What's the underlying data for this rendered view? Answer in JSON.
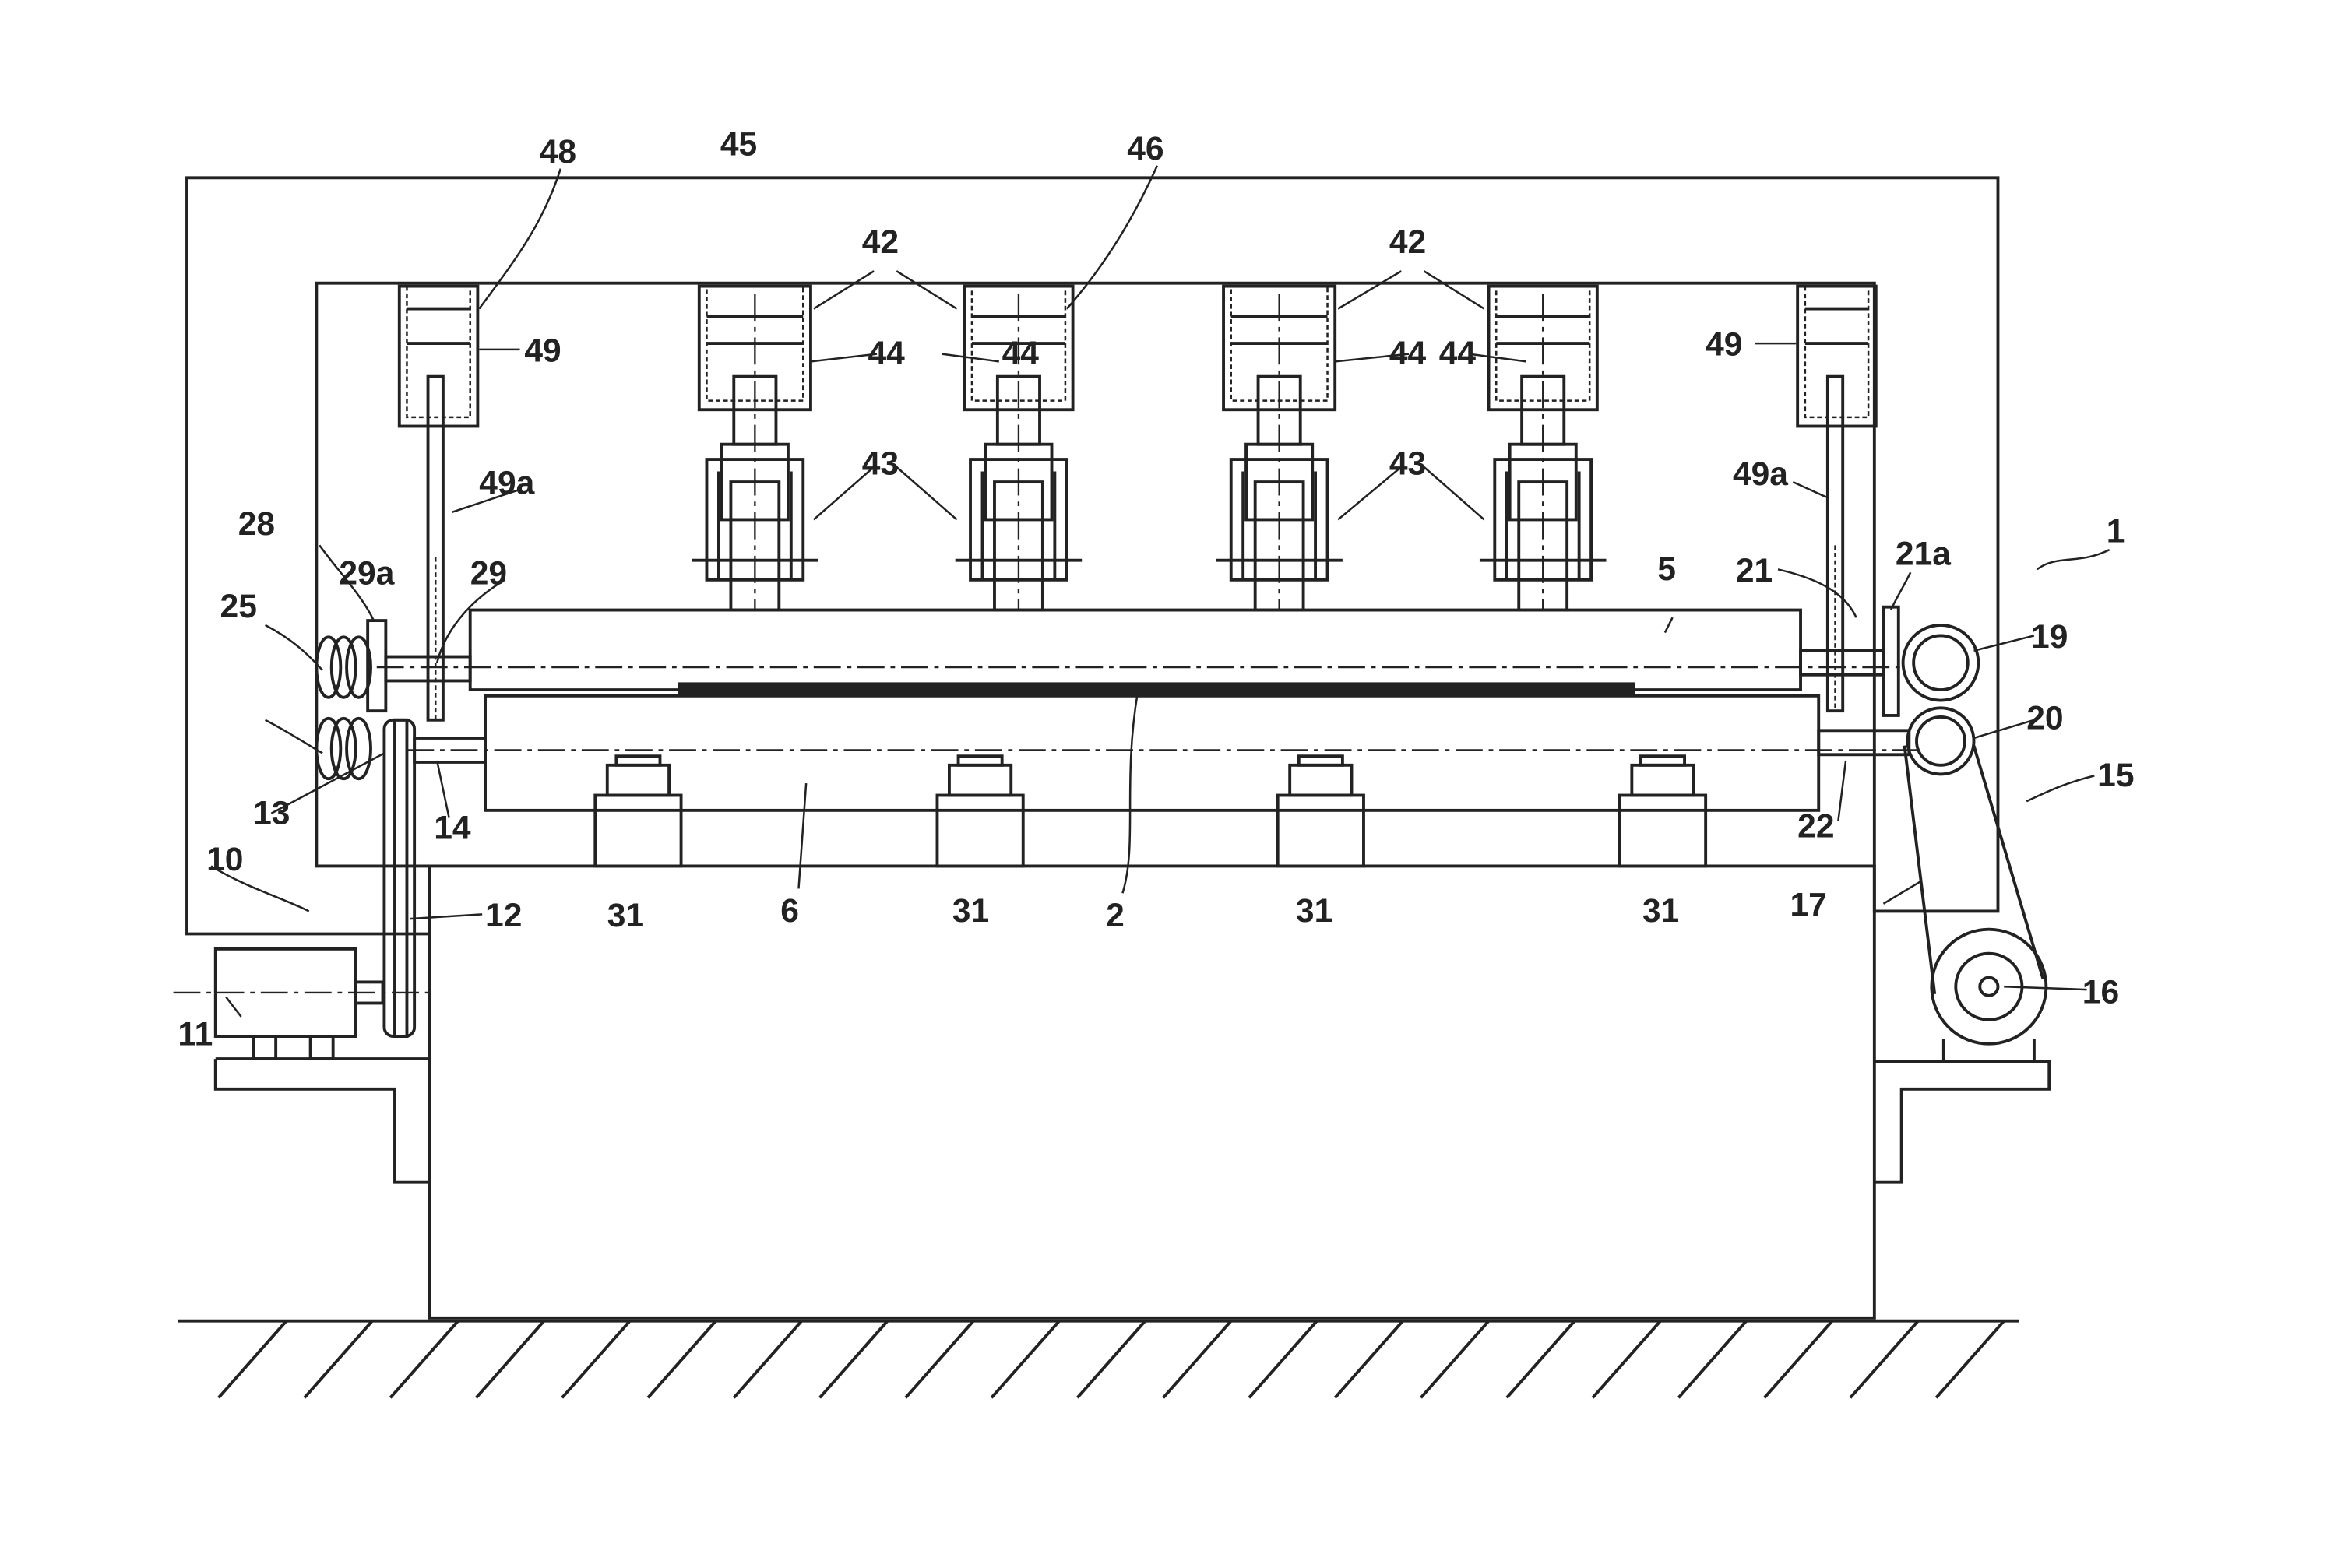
{
  "figure": {
    "reference_numerals": {
      "n48": "48",
      "n45": "45",
      "n46": "46",
      "n42a": "42",
      "n42b": "42",
      "n49a_l": "49",
      "n49_r": "49",
      "n44a": "44",
      "n44b": "44",
      "n44c": "44",
      "n44d": "44",
      "n49aL": "49a",
      "n49aR": "49a",
      "n43a": "43",
      "n43b": "43",
      "n28": "28",
      "n29a": "29a",
      "n29": "29",
      "n5": "5",
      "n21": "21",
      "n21a": "21a",
      "n1": "1",
      "n25": "25",
      "n19": "19",
      "n20": "20",
      "n13": "13",
      "n14": "14",
      "n15": "15",
      "n10": "10",
      "n12": "12",
      "n6": "6",
      "n2": "2",
      "n31a": "31",
      "n31b": "31",
      "n31c": "31",
      "n31d": "31",
      "n22": "22",
      "n17": "17",
      "n11": "11",
      "n16": "16"
    }
  }
}
